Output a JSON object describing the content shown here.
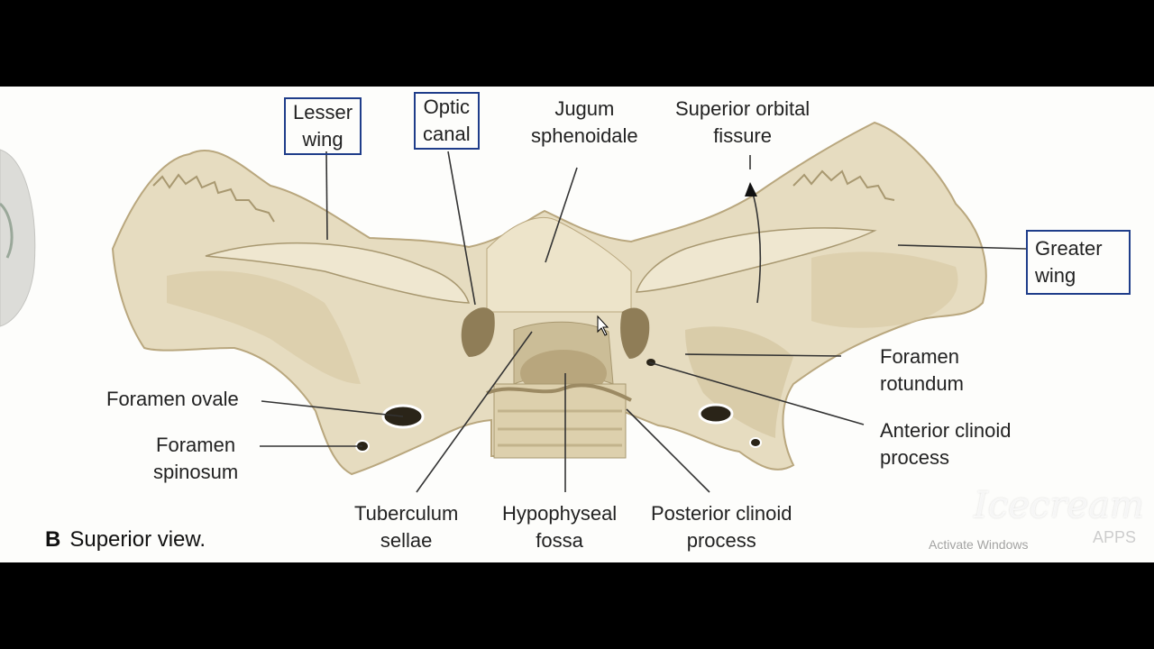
{
  "labels": {
    "lesser_wing": "Lesser\nwing",
    "optic_canal": "Optic\ncanal",
    "jugum": "Jugum\nsphenoidale",
    "sup_orbital": "Superior orbital\nfissure",
    "greater_wing": "Greater\nwing",
    "for_rotundum": "Foramen\nrotundum",
    "ant_clinoid": "Anterior clinoid\nprocess",
    "for_ovale": "Foramen ovale",
    "for_spinosum": "Foramen\nspinosum",
    "tuberculum": "Tuberculum\nsellae",
    "hypophyseal": "Hypophyseal\nfossa",
    "post_clinoid": "Posterior clinoid\nprocess"
  },
  "caption": {
    "letter": "B",
    "text": "Superior view."
  },
  "watermark": {
    "logo": "Icecream",
    "apps": "APPS",
    "activate": "Activate Windows"
  },
  "colors": {
    "bone": "#e6dcc0",
    "bone_shadow": "#b9a77e",
    "box_border": "#1f3d8a",
    "leader": "#333333"
  }
}
